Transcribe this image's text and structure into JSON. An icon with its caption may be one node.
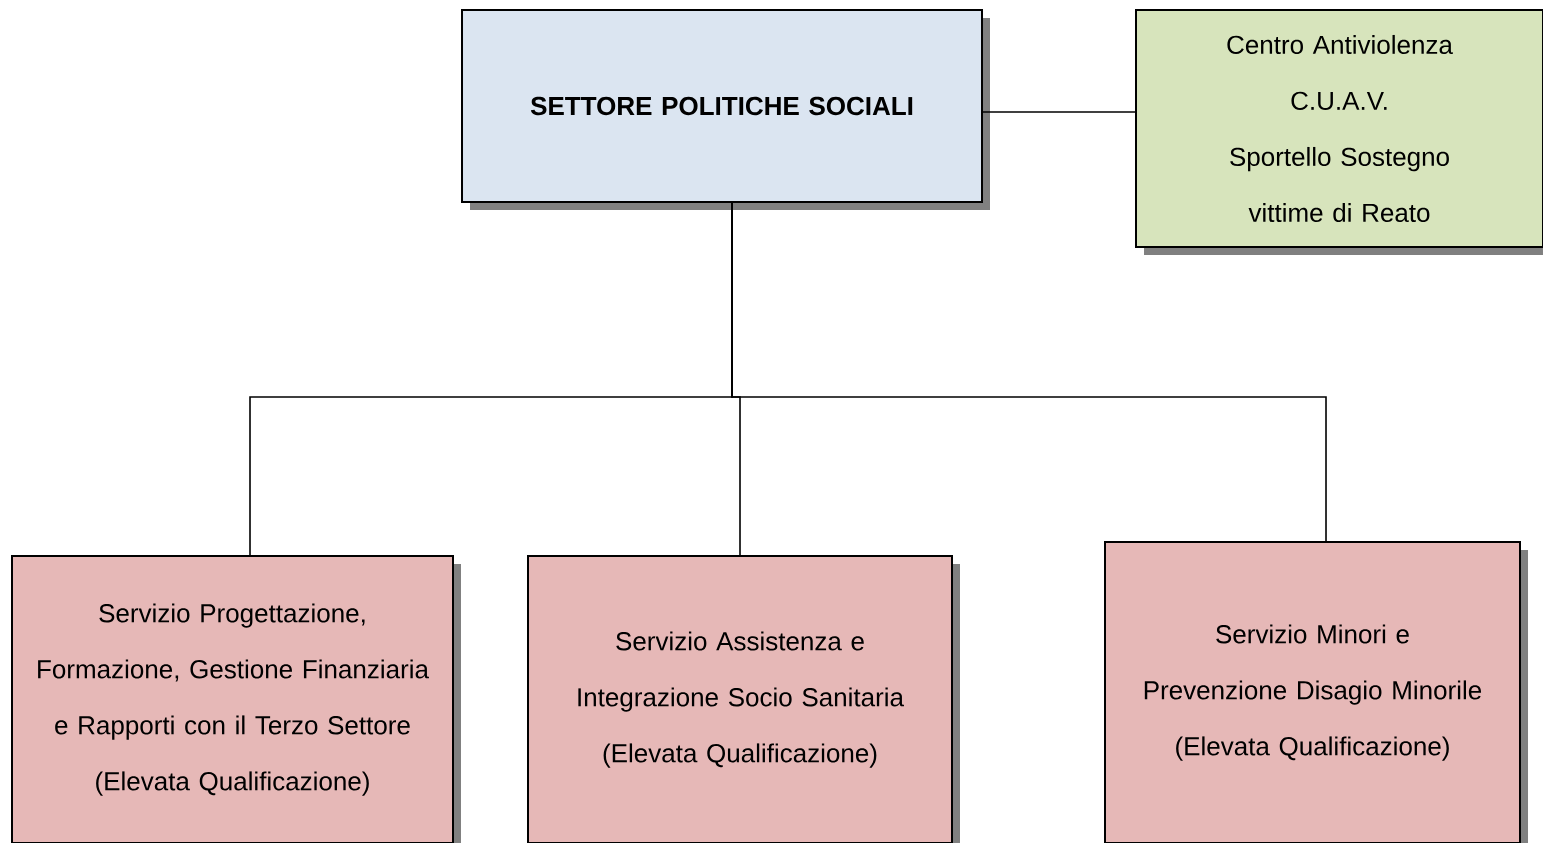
{
  "diagram": {
    "nodes": [
      {
        "text": [
          "SETTORE POLITICHE SOCIALI"
        ]
      },
      {
        "text": [
          "Centro Antiviolenza",
          "C.U.A.V.",
          "Sportello Sostegno vittime di Reato"
        ]
      },
      {
        "text": [
          "Servizio Progettazione, Formazione, Gestione Finanziaria e Rapporti con il Terzo Settore",
          "(Elevata Qualificazione)"
        ]
      },
      {
        "text": [
          "Servizio Assistenza e Integrazione Socio Sanitaria",
          "(Elevata Qualificazione)"
        ]
      },
      {
        "text": [
          "Servizio Minori e Prevenzione Disagio Minorile",
          "(Elevata Qualificazione)"
        ]
      }
    ],
    "edges": [
      {
        "from": 0,
        "to": 1,
        "arrow": "none"
      },
      {
        "from": 0,
        "to": 2,
        "arrow": "none"
      },
      {
        "from": 0,
        "to": 3,
        "arrow": "none"
      },
      {
        "from": 0,
        "to": 4,
        "arrow": "none"
      }
    ]
  }
}
